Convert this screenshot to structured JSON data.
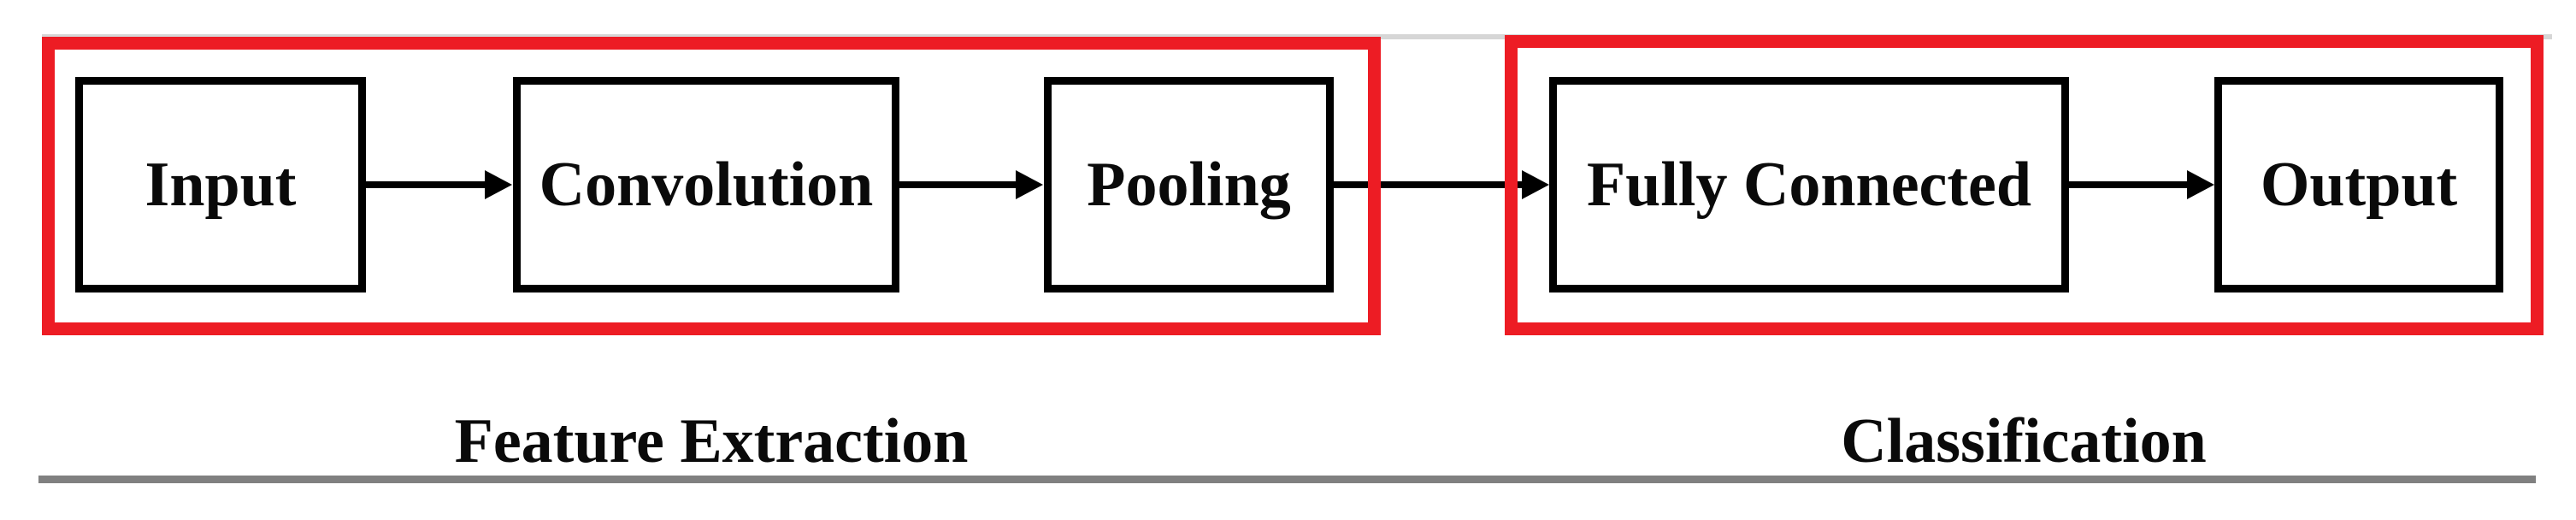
{
  "figure": {
    "type": "flowchart",
    "description": "CNN pipeline figure with red annotation frames",
    "nodes": [
      {
        "id": "input",
        "label": "Input"
      },
      {
        "id": "convolution",
        "label": "Convolution"
      },
      {
        "id": "pooling",
        "label": "Pooling"
      },
      {
        "id": "fully_connected",
        "label": "Fully Connected"
      },
      {
        "id": "output",
        "label": "Output"
      }
    ],
    "edges": [
      {
        "from": "input",
        "to": "convolution"
      },
      {
        "from": "convolution",
        "to": "pooling"
      },
      {
        "from": "pooling",
        "to": "fully_connected"
      },
      {
        "from": "fully_connected",
        "to": "output"
      }
    ],
    "groups": [
      {
        "label": "Feature Extraction",
        "contains": [
          "input",
          "convolution",
          "pooling"
        ]
      },
      {
        "label": "Classification",
        "contains": [
          "fully_connected",
          "output"
        ]
      }
    ],
    "colors": {
      "annotation_red": "#ed1c24",
      "box_border_black": "#000000",
      "arrow_black": "#000000",
      "top_hairline_gray": "#d6d6d6",
      "bottom_rule_gray": "#808080",
      "background": "#ffffff"
    }
  }
}
